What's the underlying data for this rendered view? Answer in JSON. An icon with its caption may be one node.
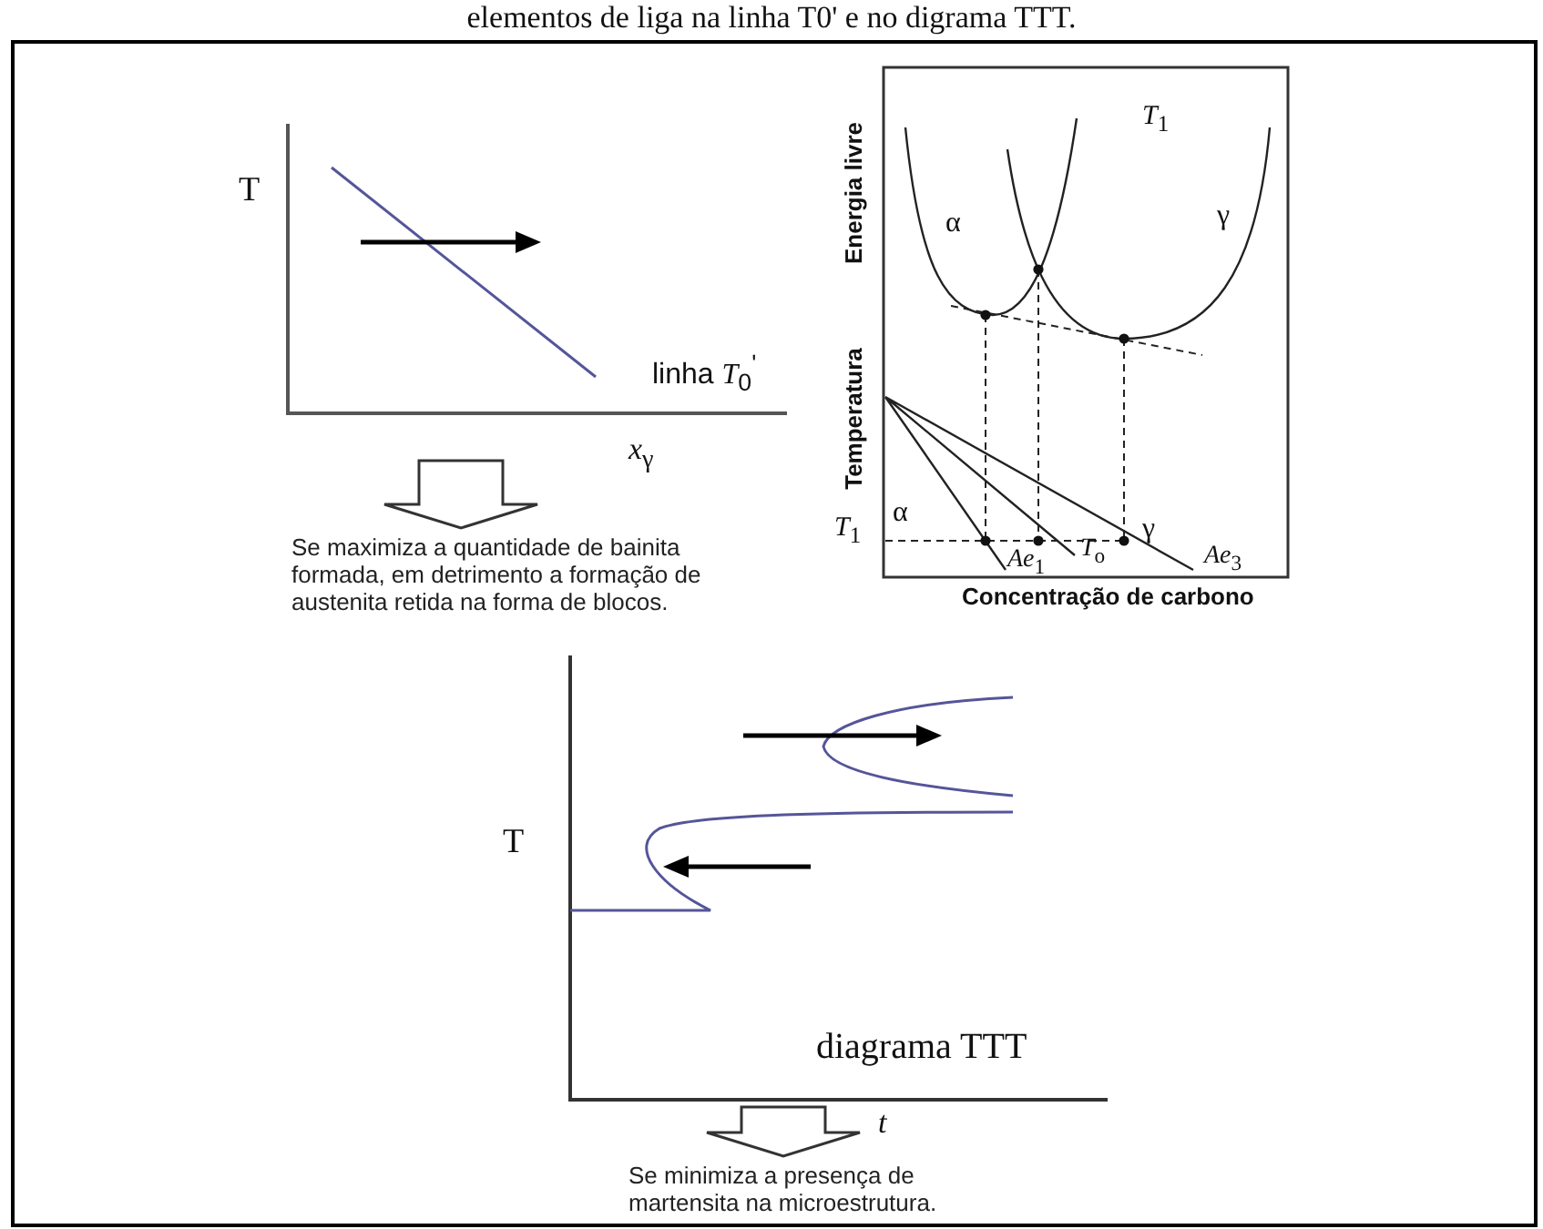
{
  "diagram": {
    "title": "elementos de liga na linha T0' e no digrama TTT.",
    "nodes": [
      {
        "text": [],
        "shape": "picture",
        "beside": [
          "T",
          "*x*$_{γ}$"
        ]
      },
      {
        "text": [
          "Se maximiza a quantidade de bainita formada, em detrimento a formação de austenita retida na forma de blocos."
        ]
      },
      {
        "text": [],
        "shape": "picture",
        "beside": [
          "T",
          "t"
        ]
      },
      {
        "text": [
          "Se minimiza a presença de martensita na microestrutura."
        ]
      }
    ],
    "edges": [
      {
        "from": 0,
        "to": 1,
        "arrow": "to"
      },
      {
        "from": 2,
        "to": 3,
        "arrow": "to"
      }
    ],
    "labels": [
      "linha *T*$_{0}$$^{'}$",
      "*T*$_{1}$",
      "Energia livre",
      "α",
      "γ",
      "Temperatura",
      "*T*$_{1}$",
      "α",
      "γ",
      "*Ae*$_{1}$",
      "*T*$_{o}$",
      "*Ae*$_{3}$",
      "Concentração de carbono",
      "diagrama TTT"
    ]
  }
}
